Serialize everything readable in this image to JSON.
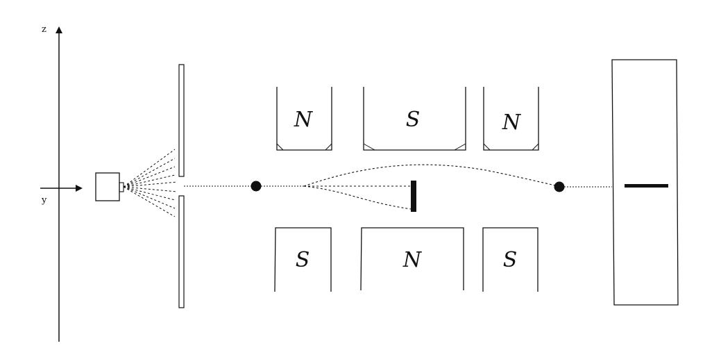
{
  "axes": {
    "z_label": "z",
    "y_label": "y"
  },
  "magnets": {
    "top": [
      "N",
      "S",
      "N"
    ],
    "bottom": [
      "S",
      "N",
      "S"
    ]
  },
  "colors": {
    "stroke": "#111111",
    "background": "#ffffff"
  }
}
